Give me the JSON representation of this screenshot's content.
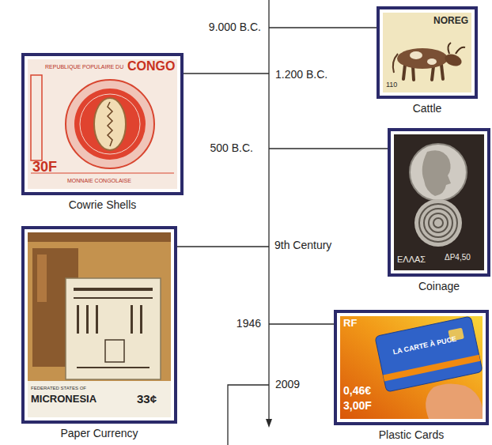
{
  "diagram": {
    "nodes": [
      {
        "text": [
          "NOREG",
          "110",
          "Cattle"
        ]
      },
      {
        "text": [
          "REPUBLIQUE POPULAIRE DU",
          "CONGO",
          "30F",
          "MONNAIE CONGOLAISE",
          "Cowrie Shells"
        ]
      },
      {
        "text": [
          "ΕΛΛΑΣ",
          "ΔΡ4,50",
          "Coinage"
        ]
      },
      {
        "text": [
          "FEDERATED STATES OF",
          "MICRONESIA",
          "33¢",
          "Paper Currency"
        ]
      },
      {
        "text": [
          "RF",
          "LA CARTE À PUCE",
          "0,46€",
          "3,00F",
          "Plastic Cards"
        ]
      }
    ],
    "labels": [
      "9.000 B.C.",
      "1.200 B.C.",
      "500 B.C.",
      "9th Century",
      "1946",
      "2009"
    ]
  }
}
